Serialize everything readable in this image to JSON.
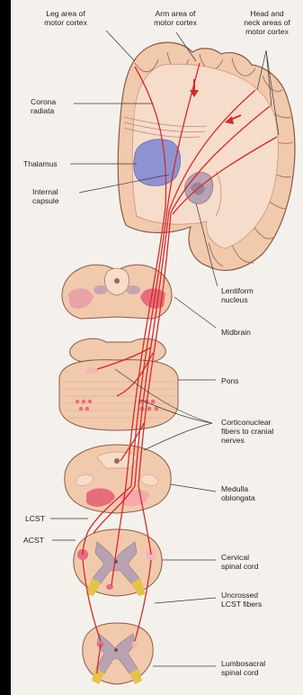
{
  "labels": {
    "leg_area": "Leg area of\nmotor cortex",
    "arm_area": "Arm area of\nmotor cortex",
    "head_neck": "Head and\nneck areas of\nmotor cortex",
    "corona": "Corona\nradiata",
    "thalamus": "Thalamus",
    "internal_capsule": "Internal\ncapsule",
    "lentiform": "Lentiform\nnucleus",
    "midbrain": "Midbrain",
    "pons": "Pons",
    "corticonuclear": "Corticonuclear\nfibers to cranial\nnerves",
    "medulla": "Medulla\noblongata",
    "lcst": "LCST",
    "acst": "ACST",
    "cervical": "Cervical\nspinal cord",
    "uncrossed": "Uncrossed\nLCST fibers",
    "lumbosacral": "Lumbosacral\nspinal cord"
  },
  "colors": {
    "tract": "#d42a2a",
    "tissue": "#f1c9ad",
    "tissue_light": "#f8dcc8",
    "outline": "#8a5a4a",
    "thalamus": "#8f92d0",
    "gray_matter": "#b9a3b3",
    "lesion_pink": "#e66d7c",
    "ventral_horn": "#e3c34a"
  }
}
